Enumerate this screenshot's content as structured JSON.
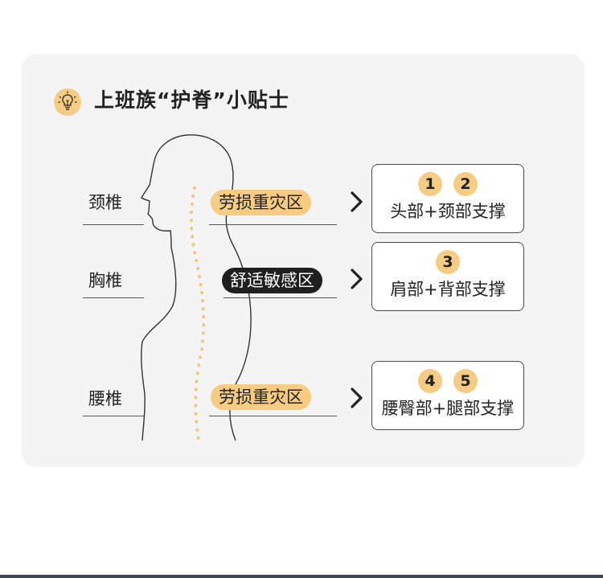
{
  "header": {
    "title": "上班族“护脊”小贴士",
    "icon": "lightbulb-icon"
  },
  "colors": {
    "accent": "#f6cc82",
    "card": "#f4f4f4",
    "dark_pill": "#1f1f1f",
    "spine_dots": "#f2c678"
  },
  "sections": [
    {
      "label": "颈椎",
      "tag": "劳损重灾区",
      "tag_style": "light",
      "badges": [
        "1",
        "2"
      ],
      "advice": "头部+颈部支撑"
    },
    {
      "label": "胸椎",
      "tag": "舒适敏感区",
      "tag_style": "dark",
      "badges": [
        "3"
      ],
      "advice": "肩部+背部支撑"
    },
    {
      "label": "腰椎",
      "tag": "劳损重灾区",
      "tag_style": "light",
      "badges": [
        "4",
        "5"
      ],
      "advice": "腰臀部+腿部支撑"
    }
  ]
}
